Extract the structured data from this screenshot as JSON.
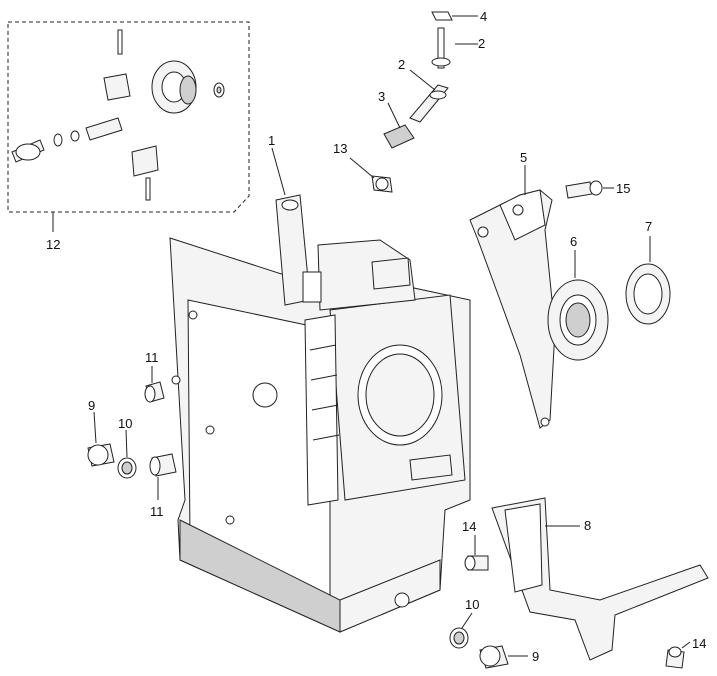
{
  "callouts": [
    {
      "id": "c1",
      "label": "1"
    },
    {
      "id": "c2a",
      "label": "2"
    },
    {
      "id": "c2b",
      "label": "2"
    },
    {
      "id": "c3",
      "label": "3"
    },
    {
      "id": "c4",
      "label": "4"
    },
    {
      "id": "c5",
      "label": "5"
    },
    {
      "id": "c6",
      "label": "6"
    },
    {
      "id": "c7",
      "label": "7"
    },
    {
      "id": "c8",
      "label": "8"
    },
    {
      "id": "c9a",
      "label": "9"
    },
    {
      "id": "c9b",
      "label": "9"
    },
    {
      "id": "c10a",
      "label": "10"
    },
    {
      "id": "c10b",
      "label": "10"
    },
    {
      "id": "c11a",
      "label": "11"
    },
    {
      "id": "c11b",
      "label": "11"
    },
    {
      "id": "c12",
      "label": "12"
    },
    {
      "id": "c13",
      "label": "13"
    },
    {
      "id": "c14a",
      "label": "14"
    },
    {
      "id": "c14b",
      "label": "14"
    },
    {
      "id": "c15",
      "label": "15"
    }
  ]
}
